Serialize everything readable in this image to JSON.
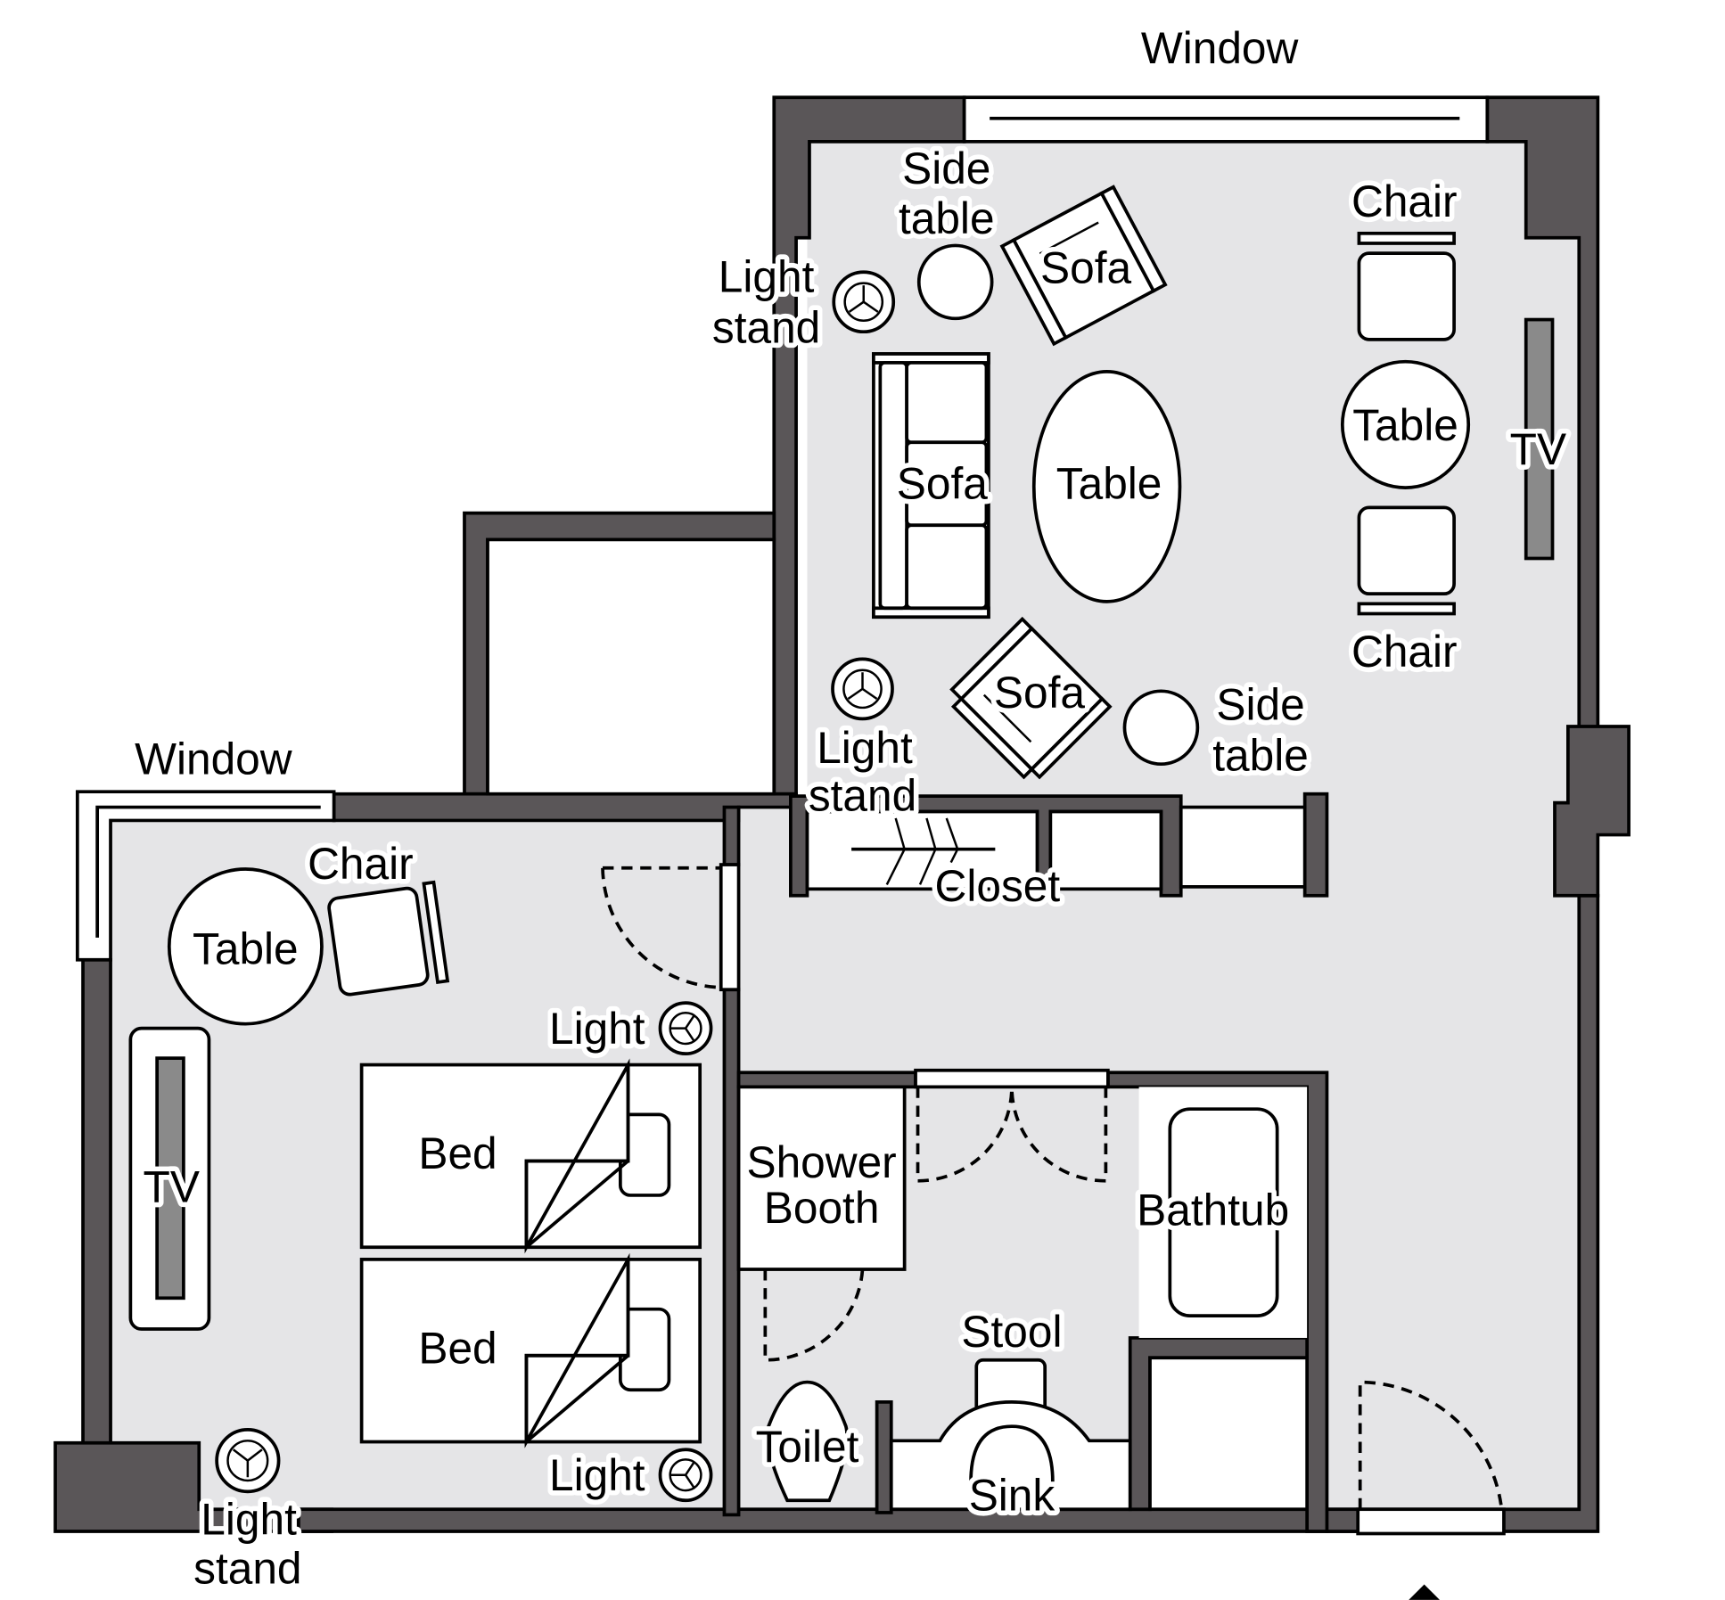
{
  "title": "Hotel suite floor plan",
  "colors": {
    "wall": "#5a5658",
    "floor": "#e5e5e7",
    "furniture": "#ffffff",
    "tv_screen": "#8a8a8a",
    "outline": "#000000"
  },
  "labels": {
    "window_top": "Window",
    "window_left": "Window",
    "living": {
      "side_table_top_l1": "Side",
      "side_table_top_l2": "table",
      "light_stand_top_l1": "Light",
      "light_stand_top_l2": "stand",
      "sofa_top": "Sofa",
      "sofa_left": "Sofa",
      "table_oval": "Table",
      "sofa_bottom": "Sofa",
      "light_stand_bottom_l1": "Light",
      "light_stand_bottom_l2": "stand",
      "side_table_bottom_l1": "Side",
      "side_table_bottom_l2": "table",
      "chair_top": "Chair",
      "dining_table": "Table",
      "chair_bottom": "Chair",
      "tv": "TV",
      "closet": "Closet"
    },
    "bedroom": {
      "chair": "Chair",
      "table": "Table",
      "tv": "TV",
      "light_top": "Light",
      "bed_1": "Bed",
      "bed_2": "Bed",
      "light_bottom": "Light",
      "light_stand_l1": "Light",
      "light_stand_l2": "stand"
    },
    "bathroom": {
      "shower_l1": "Shower",
      "shower_l2": "Booth",
      "bathtub": "Bathtub",
      "stool": "Stool",
      "toilet": "Toilet",
      "sink": "Sink"
    }
  },
  "icons": {
    "light": "light-fixture-icon",
    "entrance": "entrance-arrow-icon"
  }
}
